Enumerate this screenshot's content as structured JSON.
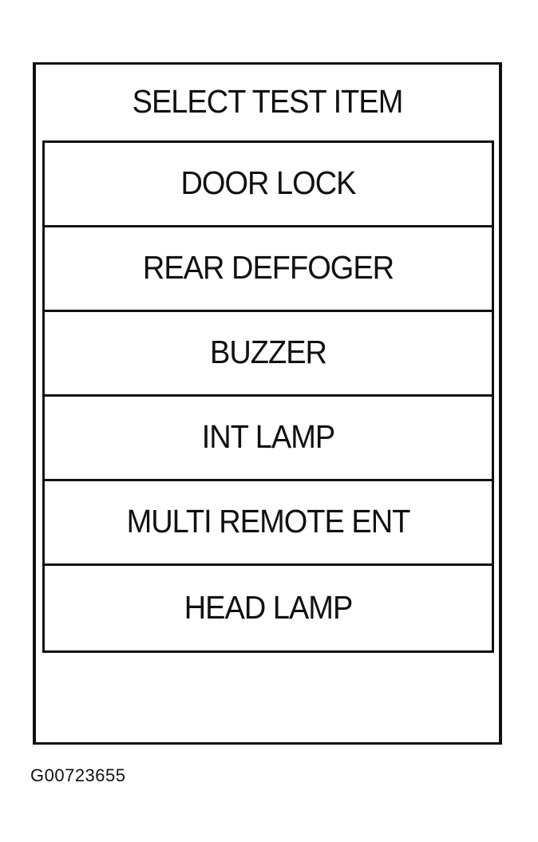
{
  "screen": {
    "title": "SELECT TEST ITEM"
  },
  "menu": {
    "items": [
      {
        "label": "DOOR LOCK"
      },
      {
        "label": "REAR DEFFOGER"
      },
      {
        "label": "BUZZER"
      },
      {
        "label": "INT LAMP"
      },
      {
        "label": "MULTI REMOTE ENT"
      },
      {
        "label": "HEAD LAMP"
      }
    ]
  },
  "figure": {
    "id": "G00723655"
  }
}
